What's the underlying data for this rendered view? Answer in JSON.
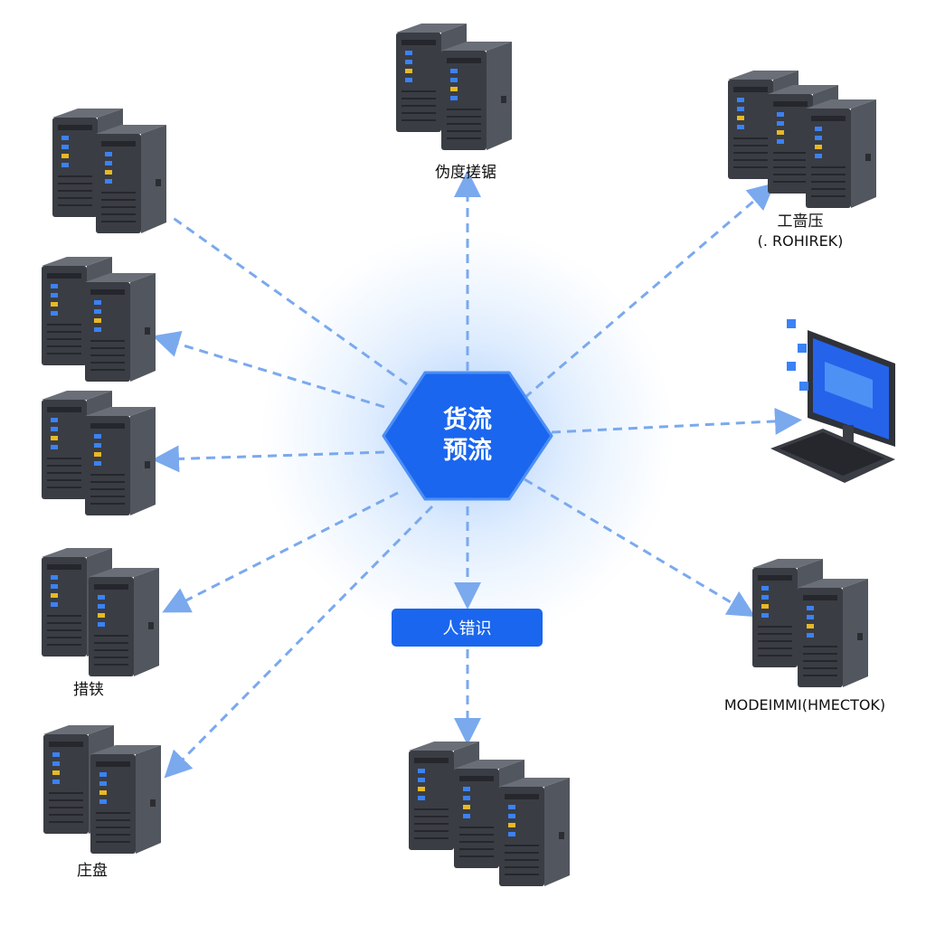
{
  "diagram": {
    "hub": {
      "line1": "货流",
      "line2": "预流"
    },
    "center_tag": "人错识",
    "nodes": [
      {
        "id": "top-left-1",
        "label": ""
      },
      {
        "id": "top",
        "label": "伪度搓锯"
      },
      {
        "id": "top-right",
        "label_line1": "工啬压",
        "label_line2": "(. ROHIREK)"
      },
      {
        "id": "left-2",
        "label": ""
      },
      {
        "id": "left-3",
        "label": ""
      },
      {
        "id": "computer",
        "label": ""
      },
      {
        "id": "left-4",
        "label": "措铗"
      },
      {
        "id": "right-bottom",
        "label": "MODEIMMI(HMECTOK)"
      },
      {
        "id": "left-5",
        "label": "庄盘"
      },
      {
        "id": "bottom",
        "label": ""
      }
    ]
  },
  "colors": {
    "accent": "#1a66ee",
    "connector": "#7aa9ee",
    "server_body": "#3a3d44",
    "server_side": "#52565e"
  },
  "icons": [
    "server-rack-icon",
    "computer-monitor-icon",
    "keyboard-icon"
  ]
}
